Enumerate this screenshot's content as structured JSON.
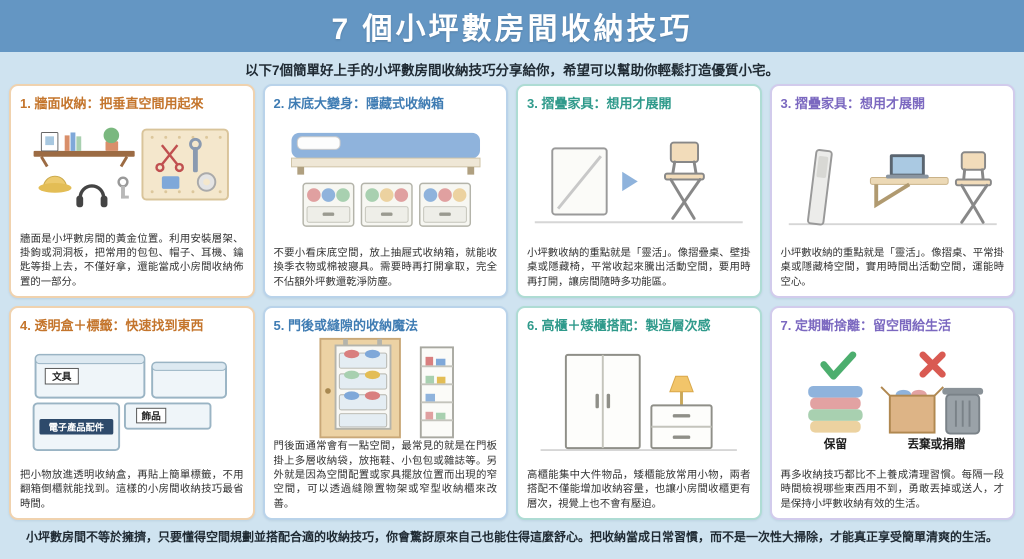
{
  "page": {
    "title": "7 個小坪數房間收納技巧",
    "subtitle": "以下7個簡單好上手的小坪數房間收納技巧分享給你，希望可以幫助你輕鬆打造優質小宅。",
    "footer": "小坪數房間不等於擁擠，只要懂得空間規劃並搭配合適的收納技巧，你會驚訝原來自己也能住得這麼舒心。把收納當成日常習慣，而不是一次性大掃除，才能真正享受簡單清爽的生活。",
    "colors": {
      "background": "#cfe3f0",
      "header": "#6496c3"
    }
  },
  "cards": [
    {
      "title": "1. 牆面收納：把垂直空間用起來",
      "color": "#c4752c",
      "border": "#f0d2ae",
      "body": "牆面是小坪數房間的黃金位置。利用安裝層架、掛鉤或洞洞板，把常用的包包、帽子、耳機、鑰匙等掛上去，不僅好拿，還能當成小房間收納佈置的一部分。"
    },
    {
      "title": "2. 床底大變身：隱藏式收納箱",
      "color": "#3f7cb3",
      "border": "#b9d3ea",
      "body": "不要小看床底空間，放上抽屜式收納箱，就能收換季衣物或棉被寢具。需要時再打開拿取，完全不佔額外坪數還乾淨防塵。"
    },
    {
      "title": "3. 摺疊家具：想用才展開",
      "color": "#2f9a8b",
      "border": "#aedcd4",
      "body": "小坪數收納的重點就是「靈活」。像摺疊桌、壁掛桌或隱藏椅，平常收起來騰出活動空間，要用時再打開，讓房間隨時多功能區。"
    },
    {
      "title": "3. 摺疊家具：想用才展開",
      "color": "#7b68c0",
      "border": "#d2cbec",
      "body": "小坪數收納的重點就是「靈活」。像摺桌、平常掛桌或隱藏椅空間，實用時間出活動空間，運能時空心。"
    },
    {
      "title": "4. 透明盒＋標籤：快速找到東西",
      "color": "#c4752c",
      "border": "#f0d2ae",
      "body": "把小物放進透明收納盒，再貼上簡單標籤，不用翻箱倒櫃就能找到。這樣的小房間收納技巧最省時間。",
      "labels": [
        "文具",
        "飾品",
        "電子產品配件"
      ]
    },
    {
      "title": "5. 門後或縫隙的收納魔法",
      "color": "#3f7cb3",
      "border": "#b9d3ea",
      "body": "門後面通常會有一點空間，最常見的就是在門板掛上多層收納袋，放拖鞋、小包包或雜誌等。另外就是因為空間配置或家具擺放位置而出現的窄空間，可以透過縫隙置物架或窄型收納櫃來改善。"
    },
    {
      "title": "6. 高櫃＋矮櫃搭配：製造層次感",
      "color": "#2f9a8b",
      "border": "#aedcd4",
      "body": "高櫃能集中大件物品，矮櫃能放常用小物，兩者搭配不僅能增加收納容量，也讓小房間收櫃更有層次，視覺上也不會有壓迫。"
    },
    {
      "title": "7. 定期斷捨離：留空間給生活",
      "color": "#7b68c0",
      "border": "#d2cbec",
      "body": "再多收納技巧都比不上養成清理習慣。每隔一段時間檢視哪些東西用不到，勇敢丟掉或送人，才是保持小坪數收納有效的生活。",
      "labels": [
        "保留",
        "丟棄或捐贈"
      ]
    }
  ]
}
